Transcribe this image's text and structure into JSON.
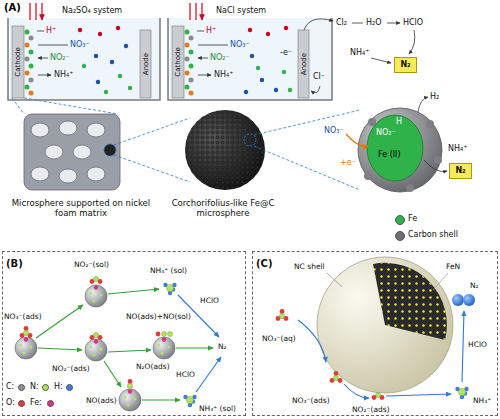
{
  "diagram": {
    "nodes": [
      {
        "text": [
          "N₂"
        ]
      },
      {
        "text": [
          "N₂"
        ]
      },
      {
        "text": [
          "(B)"
        ]
      },
      {
        "text": [
          "(C)"
        ]
      }
    ],
    "labels": [
      "(A)",
      "Na₂SO₄ system",
      "Cathode",
      "Anode",
      "H⁺",
      "NO₃⁻",
      "NO₂⁻",
      "NH₄⁺",
      "NaCl system",
      "Cathode",
      "Anode",
      "H⁺",
      "NO₃⁻",
      "NO₂⁻",
      "NH₄⁺",
      "-e⁻",
      "Cl⁻",
      "Cl₂",
      "H₂O",
      "HClO",
      "NH₄⁺",
      "Microsphere supported on nickel foam matrix",
      "Corchorifolius-like Fe@C microsphere",
      "H₂",
      "NO₃⁻",
      "+e⁻",
      "NO₂⁻",
      "H",
      "Fe (II)",
      "NH₄⁺",
      "NO₃⁻(ads)",
      "NO₂⁻(sol)",
      "NO₂⁻(ads)",
      "NO(ads)+NO(sol)",
      "N₂O(ads)",
      "NH₄⁺ (sol)",
      "HClO",
      "N₂",
      "HClO",
      "NO(ads)",
      "NH₄⁺ (sol)",
      "NC shell",
      "FeN",
      "N₂",
      "HClO",
      "NH₄⁺",
      "NO₃⁻(aq)",
      "NO₃⁻(ads)",
      "NO₂⁻(ads)"
    ],
    "legend": [
      {
        "text": "Fe",
        "color": "#2fb24a"
      },
      {
        "text": "Carbon shell",
        "color": "#6d6e72"
      },
      {
        "text": "C:",
        "color": "#8e9196"
      },
      {
        "text": "N:",
        "color": "#b5e35a"
      },
      {
        "text": "H:",
        "color": "#3d7be0"
      },
      {
        "text": "O:",
        "color": "#e23b3b"
      },
      {
        "text": "Fe:",
        "color": "#d8338a"
      }
    ]
  }
}
